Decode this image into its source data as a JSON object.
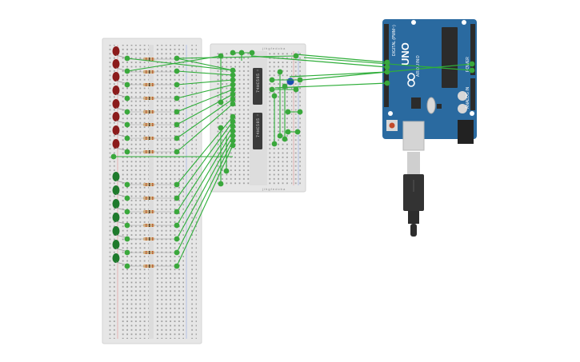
{
  "components": {
    "chips": [
      {
        "label": "74HC595"
      },
      {
        "label": "74HC595"
      }
    ],
    "arduino": {
      "model_label": "UNO",
      "brand_label": "ARDUINO",
      "digital_header_label": "DIGITAL (PWM~)",
      "power_header_label": "POWER",
      "analog_header_label": "ANALOG IN"
    },
    "small_breadboard": {
      "row_letters": "j i h g f   e d c b a"
    }
  },
  "colors": {
    "wire": "#2fae3a",
    "wire_node": "#3aa83c",
    "breadboard": "#e6e6e6",
    "chip": "#3b3b3b",
    "arduino_board": "#2a6aa0",
    "led_red": "#8b1b1b",
    "led_green": "#1e7a2c",
    "resistor": "#d9b27a",
    "usb_cable": "#333333"
  }
}
